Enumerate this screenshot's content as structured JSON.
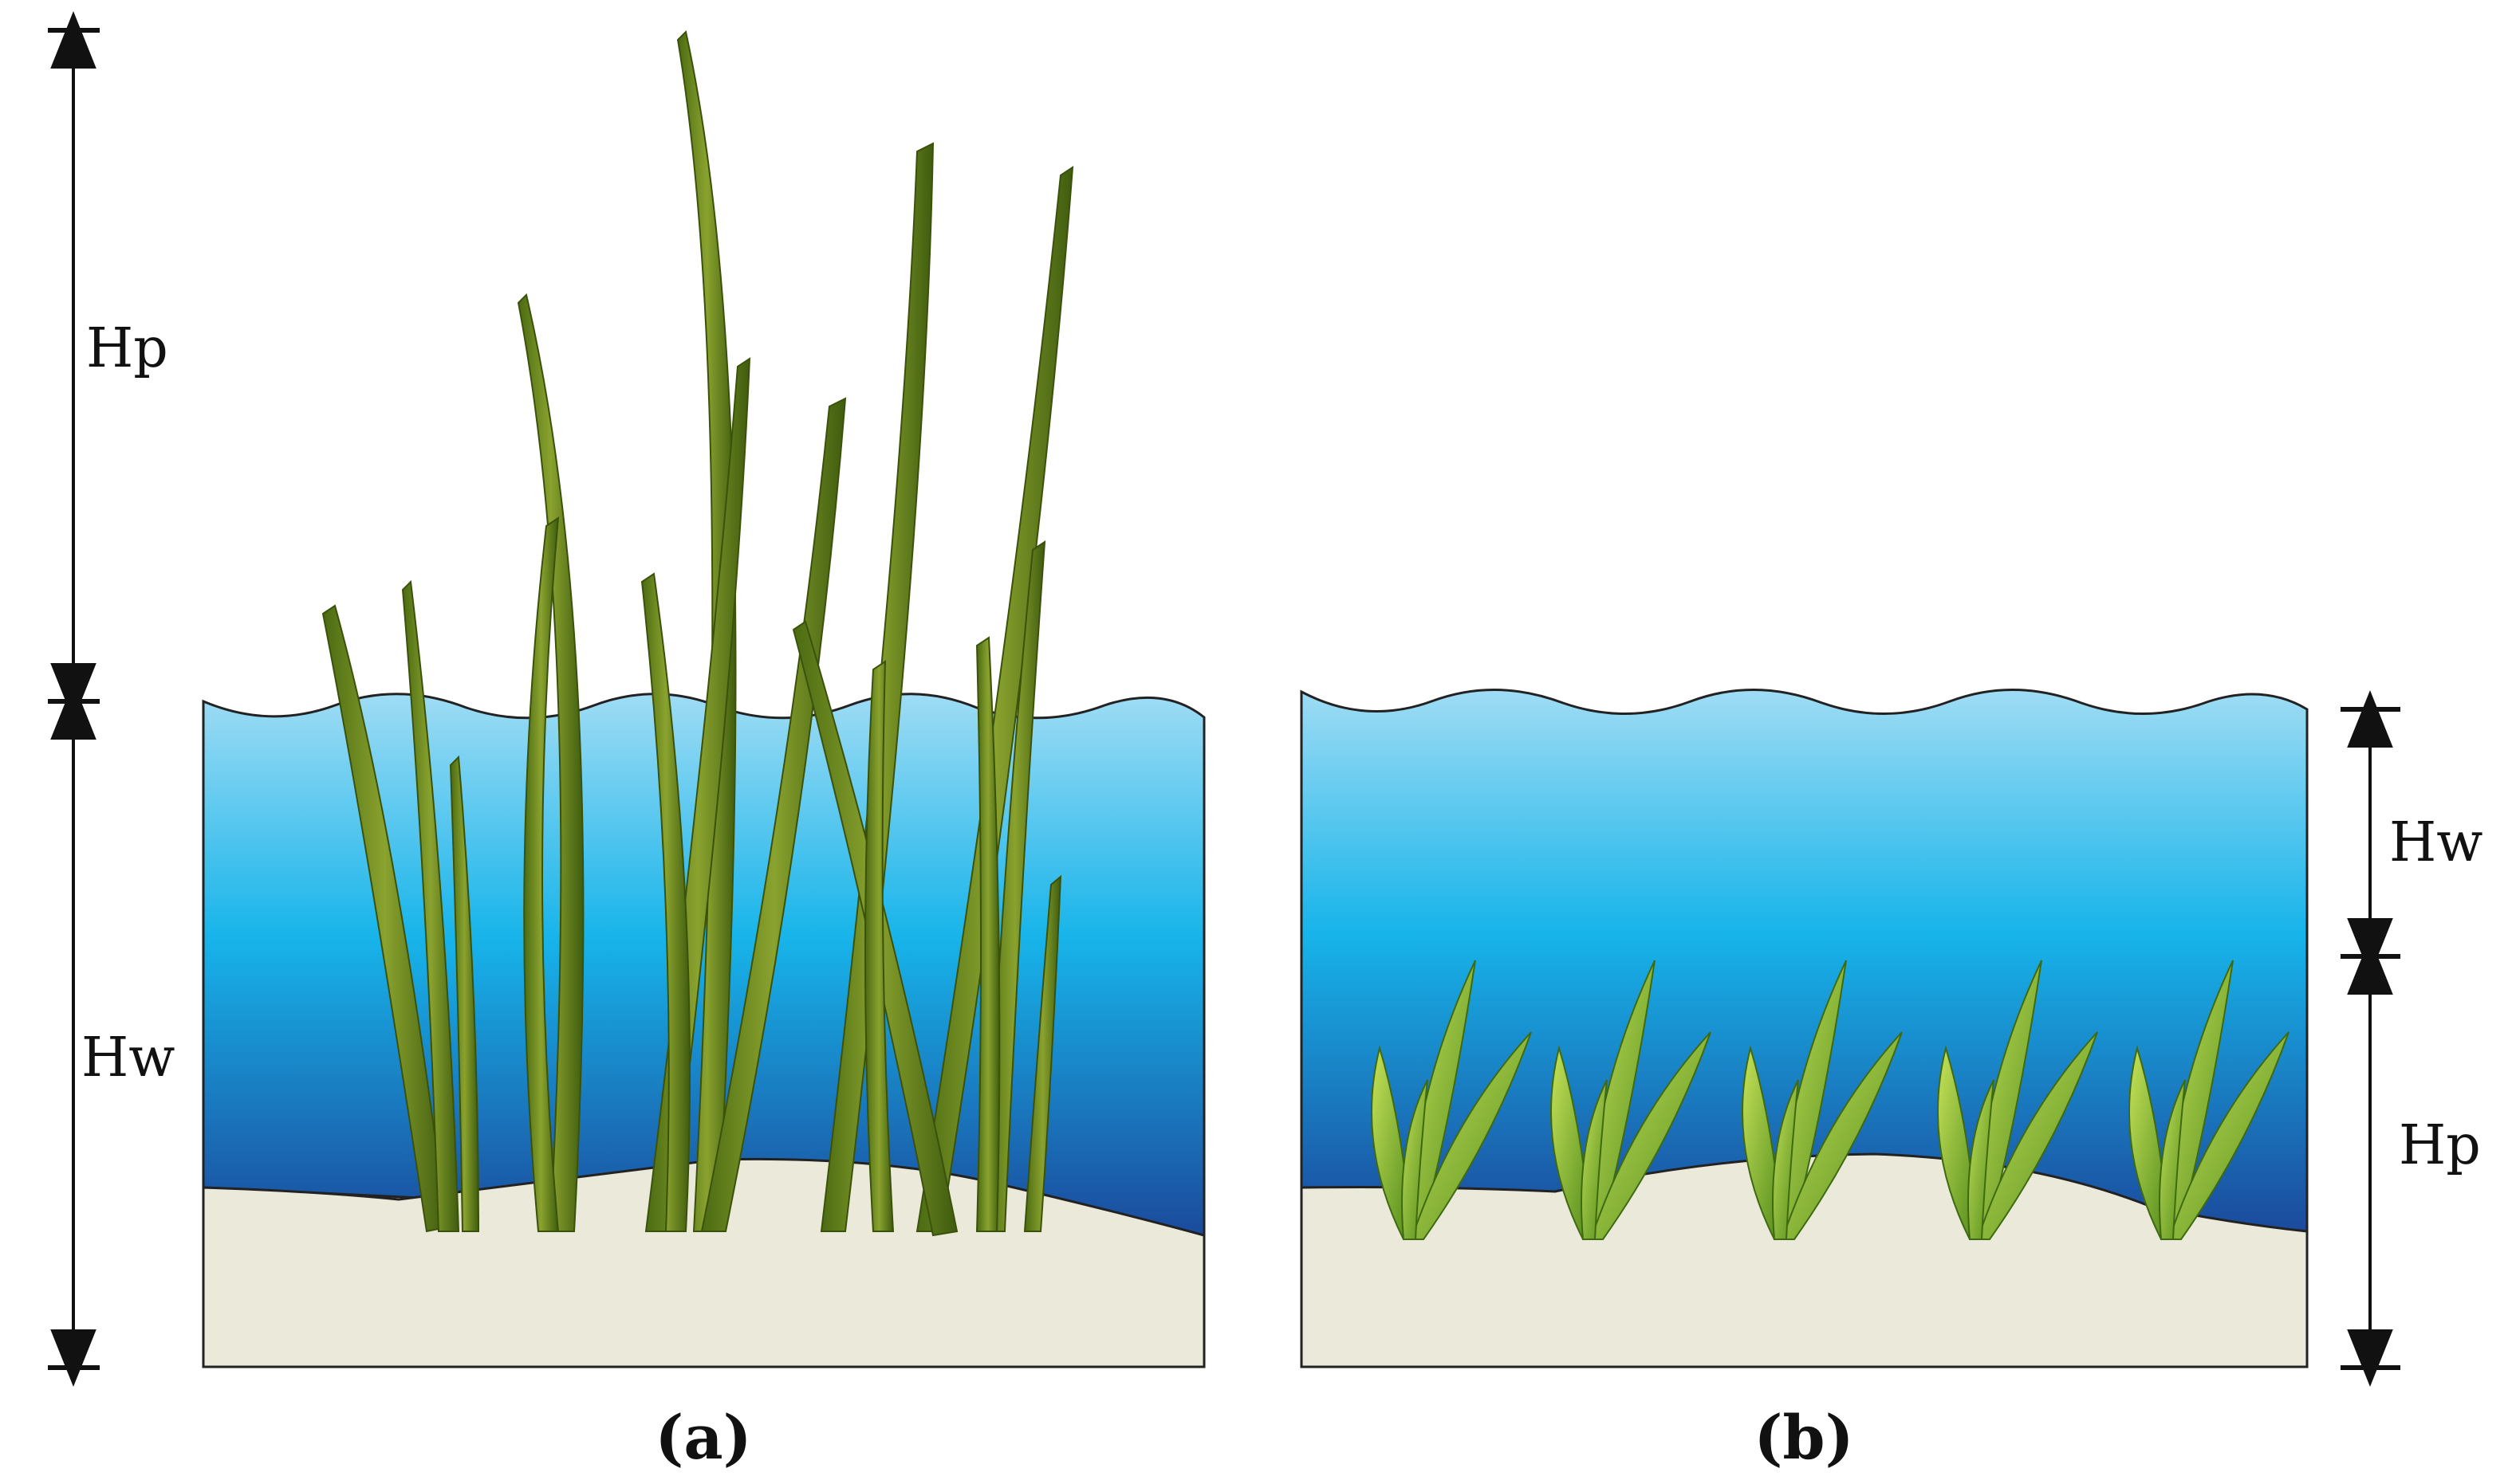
{
  "panels": [
    {
      "id": "a",
      "caption": "(a)",
      "top_label": "Hp",
      "bottom_label": "Hw",
      "description_plant": "tall-emergent-grass"
    },
    {
      "id": "b",
      "caption": "(b)",
      "top_label": "Hw",
      "bottom_label": "Hp",
      "description_plant": "short-submerged-clumps"
    }
  ],
  "colors": {
    "water_top": "#9fdcf4",
    "water_mid": "#17b4ea",
    "water_bottom": "#1b4a9c",
    "sediment": "#ebe9da",
    "grass_light": "#a0b43a",
    "grass_dark": "#4b6b12",
    "plant_light": "#b8d94a",
    "plant_dark": "#4f8a1a",
    "line": "#111111"
  }
}
